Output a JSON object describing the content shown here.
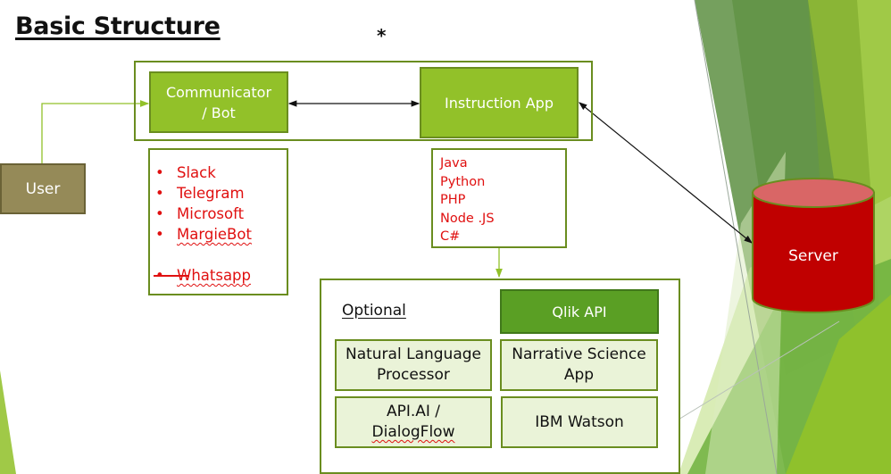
{
  "slide": {
    "title": "Basic Structure",
    "asterisk": "*"
  },
  "nodes": {
    "user": "User",
    "communicator": [
      "Communicator",
      "/ Bot"
    ],
    "instruction_app": "Instruction App",
    "server": "Server"
  },
  "communicator_options": [
    {
      "label": "Slack",
      "spellcheck": false,
      "struck": false
    },
    {
      "label": "Telegram",
      "spellcheck": false,
      "struck": false
    },
    {
      "label": "Microsoft",
      "spellcheck": false,
      "struck": false
    },
    {
      "label": "MargieBot",
      "spellcheck": true,
      "struck": false
    },
    {
      "label": "Whatsapp",
      "spellcheck": true,
      "struck": true
    }
  ],
  "languages": [
    "Java",
    "Python",
    "PHP",
    "Node .JS",
    "C#"
  ],
  "optional_group": {
    "heading": "Optional",
    "qlik": "Qlik API",
    "nlp": [
      "Natural Language",
      "Processor"
    ],
    "narrative": [
      "Narrative Science",
      "App"
    ],
    "apiai": [
      "API.AI /",
      "DialogFlow"
    ],
    "watson": "IBM Watson"
  },
  "colors": {
    "node_green": "#92c129",
    "node_border": "#6a8d1f",
    "qlik_green": "#5a9f24",
    "optional_fill": "#eaf3d8",
    "user_fill": "#958a58",
    "server_body": "#c00000",
    "server_top": "#d96666",
    "list_text": "#e01010"
  }
}
